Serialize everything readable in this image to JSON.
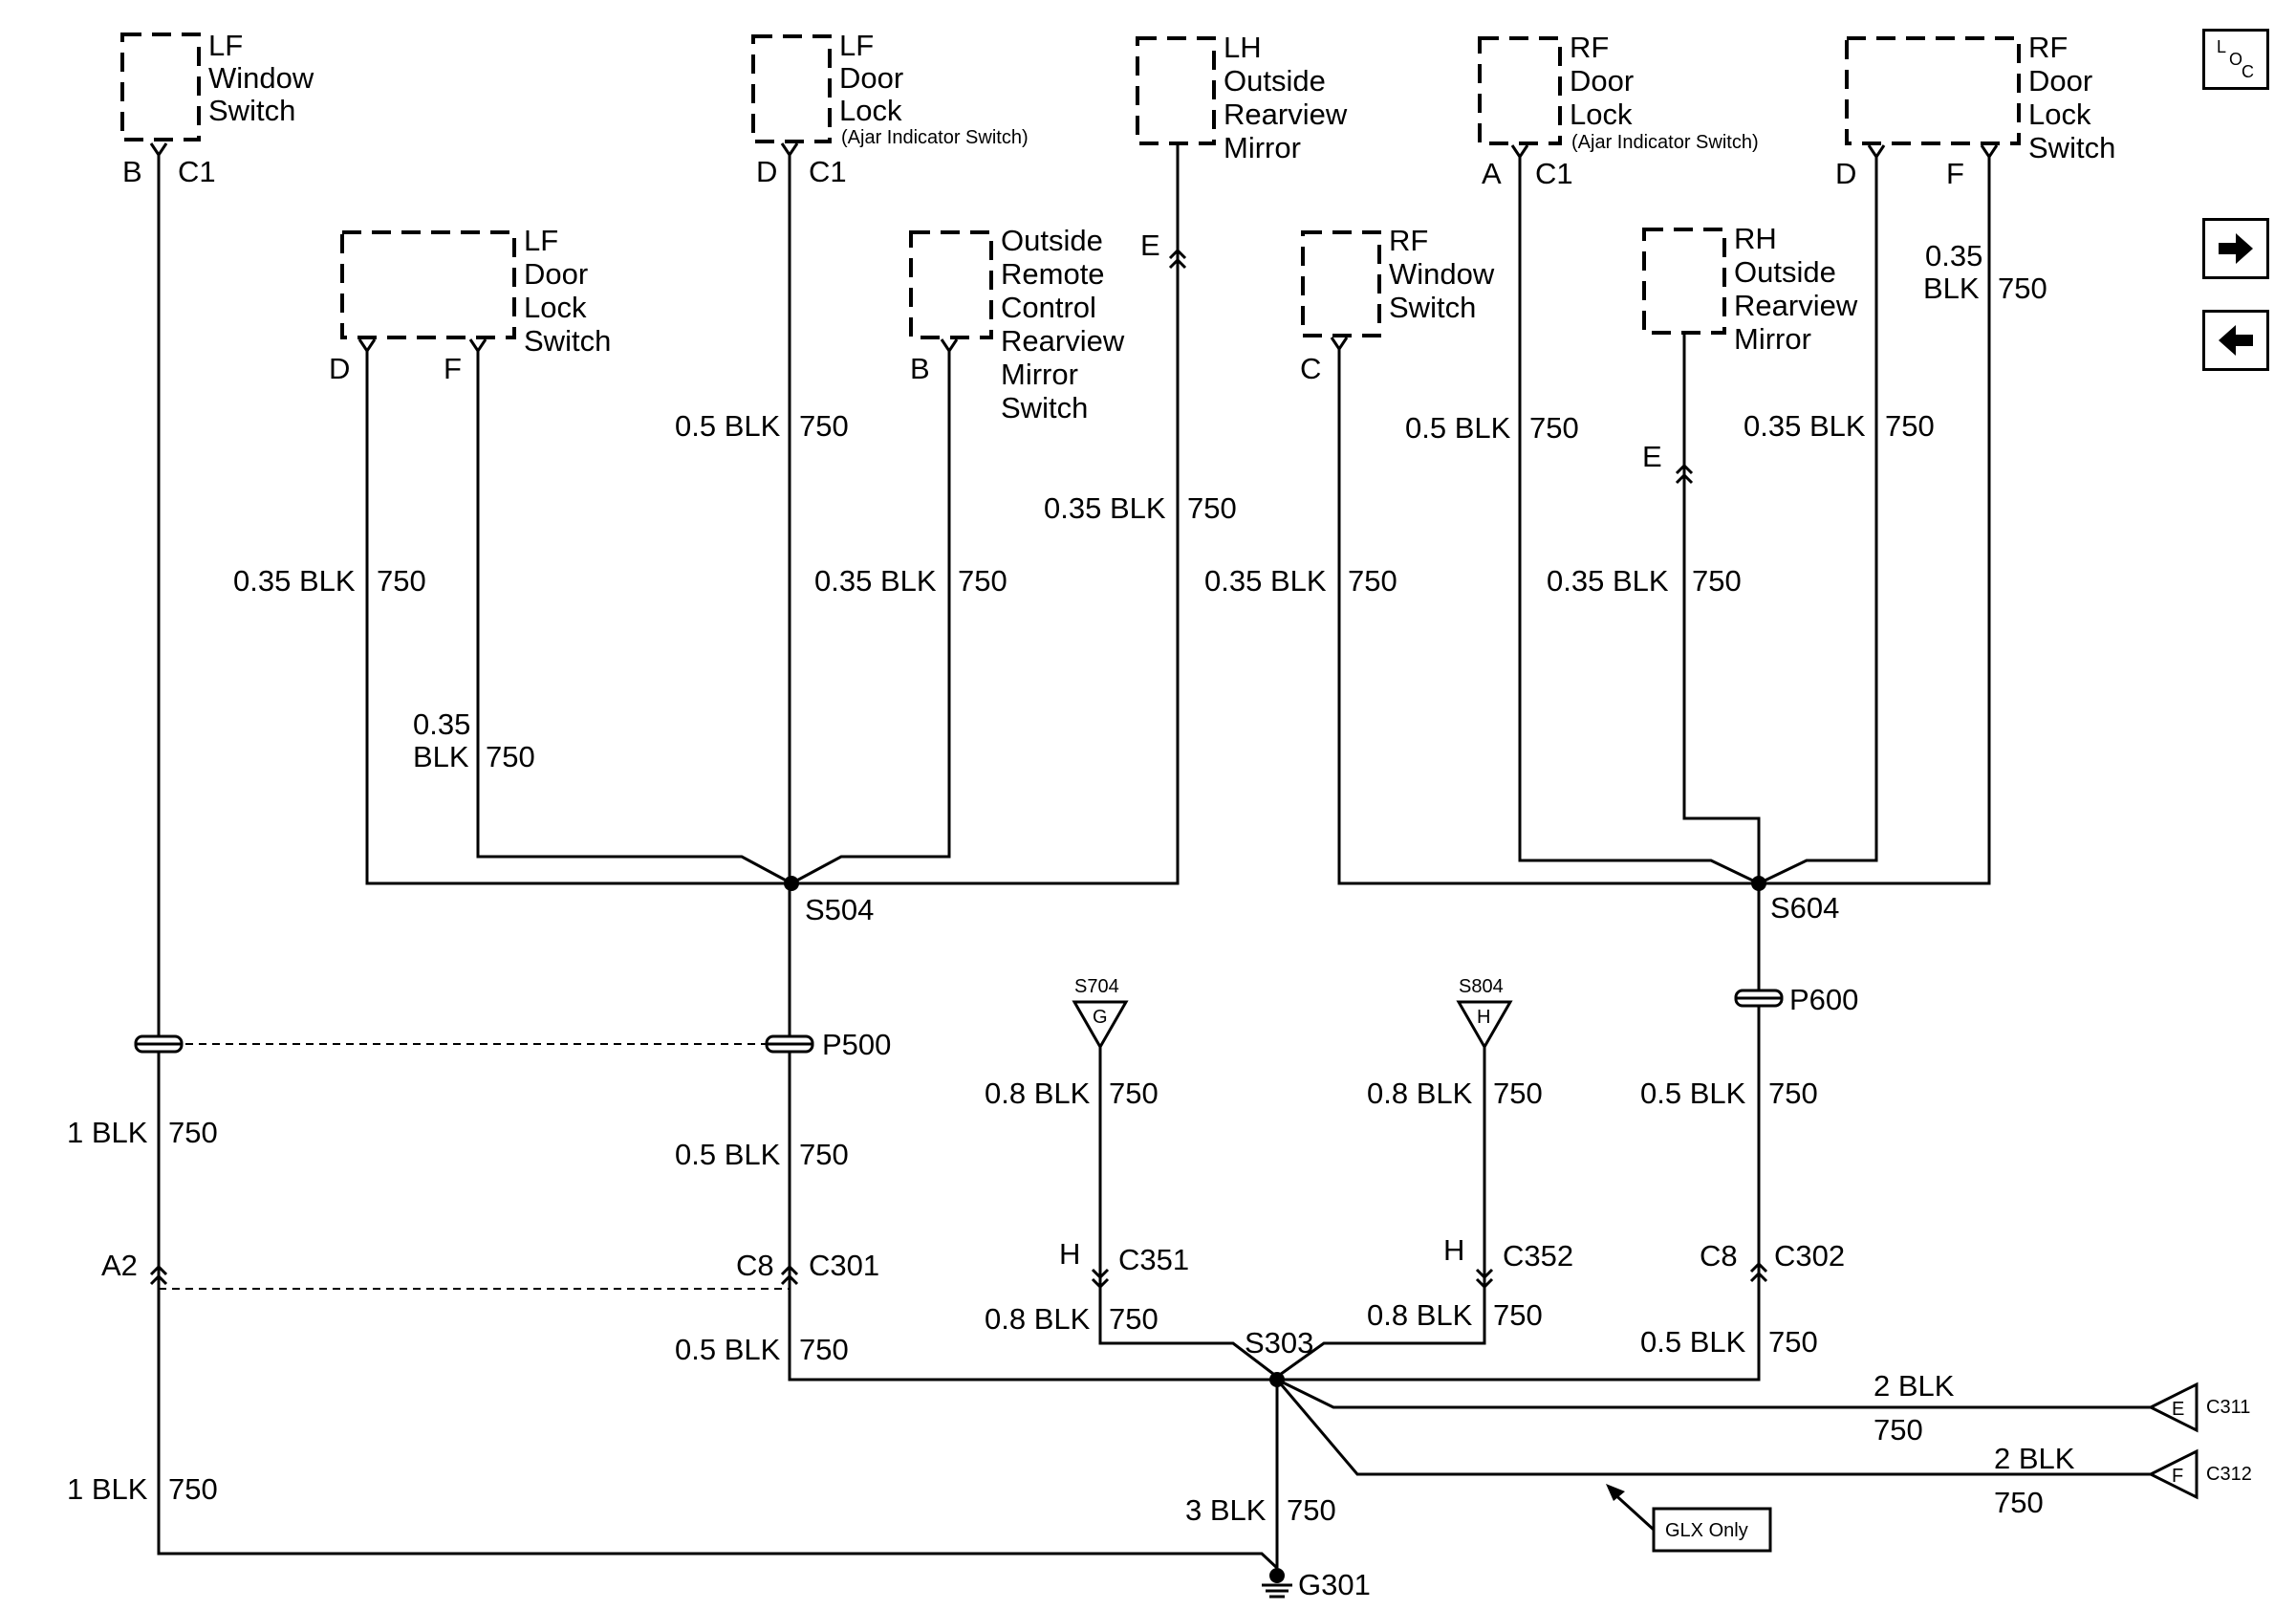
{
  "components": {
    "lf_window_switch": [
      "LF",
      "Window",
      "Switch"
    ],
    "lf_door_lock_ajar": [
      "LF",
      "Door",
      "Lock"
    ],
    "ajar_note_left": "(Ajar Indicator Switch)",
    "lh_mirror": [
      "LH",
      "Outside",
      "Rearview",
      "Mirror"
    ],
    "rf_door_lock_ajar": [
      "RF",
      "Door",
      "Lock"
    ],
    "ajar_note_right": "(Ajar Indicator Switch)",
    "rf_door_lock_switch": [
      "RF",
      "Door",
      "Lock",
      "Switch"
    ],
    "lf_door_lock_switch": [
      "LF",
      "Door",
      "Lock",
      "Switch"
    ],
    "remote_mirror_switch": [
      "Outside",
      "Remote",
      "Control",
      "Rearview",
      "Mirror",
      "Switch"
    ],
    "rf_window_switch": [
      "RF",
      "Window",
      "Switch"
    ],
    "rh_mirror": [
      "RH",
      "Outside",
      "Rearview",
      "Mirror"
    ]
  },
  "pins": {
    "lf_window_pin": "B",
    "lf_window_conn": "C1",
    "lf_ajar_pin": "D",
    "lf_ajar_conn": "C1",
    "lh_mirror_pin": "E",
    "rf_ajar_pin": "A",
    "rf_ajar_conn": "C1",
    "rf_lock_pin_d": "D",
    "rf_lock_pin_f": "F",
    "lf_lock_pin_d": "D",
    "lf_lock_pin_f": "F",
    "remote_pin": "B",
    "rf_window_pin": "C",
    "rh_mirror_pin": "E"
  },
  "wires": {
    "lf_window": "1 BLK",
    "lf_window_circuit": "750",
    "lf_window_lower": "1 BLK",
    "lf_window_lower_circuit": "750",
    "lf_lock_d_gauge": "0.35 BLK",
    "lf_lock_d_circuit": "750",
    "lf_lock_f_gauge_a": "0.35",
    "lf_lock_f_gauge_b": "BLK",
    "lf_lock_f_circuit": "750",
    "lf_ajar": "0.5 BLK",
    "lf_ajar_circuit": "750",
    "remote": "0.35 BLK",
    "remote_circuit": "750",
    "lh_mirror": "0.35 BLK",
    "lh_mirror_circuit": "750",
    "rf_window": "0.35 BLK",
    "rf_window_circuit": "750",
    "rf_ajar": "0.5 BLK",
    "rf_ajar_circuit": "750",
    "rh_mirror": "0.35 BLK",
    "rh_mirror_circuit": "750",
    "rf_lock_d": "0.35 BLK",
    "rf_lock_d_circuit": "750",
    "rf_lock_f_a": "0.35",
    "rf_lock_f_b": "BLK",
    "rf_lock_f_circuit": "750",
    "s504_down": "0.5 BLK",
    "s504_down_circuit": "750",
    "c301_down": "0.5 BLK",
    "c301_down_circuit": "750",
    "s704_wire": "0.8 BLK",
    "s704_wire_circuit": "750",
    "c351_down": "0.8 BLK",
    "c351_down_circuit": "750",
    "s804_wire": "0.8 BLK",
    "s804_wire_circuit": "750",
    "c352_down": "0.8 BLK",
    "c352_down_circuit": "750",
    "p600_down": "0.5 BLK",
    "p600_down_circuit": "750",
    "c302_down": "0.5 BLK",
    "c302_down_circuit": "750",
    "ground": "3 BLK",
    "ground_circuit": "750",
    "c311_wire": "2 BLK",
    "c311_wire_circuit": "750",
    "c312_wire": "2 BLK",
    "c312_wire_circuit": "750"
  },
  "splices": {
    "s504": "S504",
    "s604": "S604",
    "s303": "S303"
  },
  "connectors": {
    "p500": "P500",
    "p600": "P600",
    "a2": "A2",
    "c8_left": "C8",
    "c301": "C301",
    "h_left": "H",
    "c351": "C351",
    "h_right": "H",
    "c352": "C352",
    "c8_right": "C8",
    "c302": "C302",
    "c311": "C311",
    "c312": "C312",
    "c311_pin": "E",
    "c312_pin": "F"
  },
  "refs": {
    "s704": "S704",
    "s704_pin": "G",
    "s804": "S804",
    "s804_pin": "H"
  },
  "ground": "G301",
  "note": "GLX Only",
  "nav": {
    "loc": [
      "L",
      "O",
      "C"
    ]
  }
}
